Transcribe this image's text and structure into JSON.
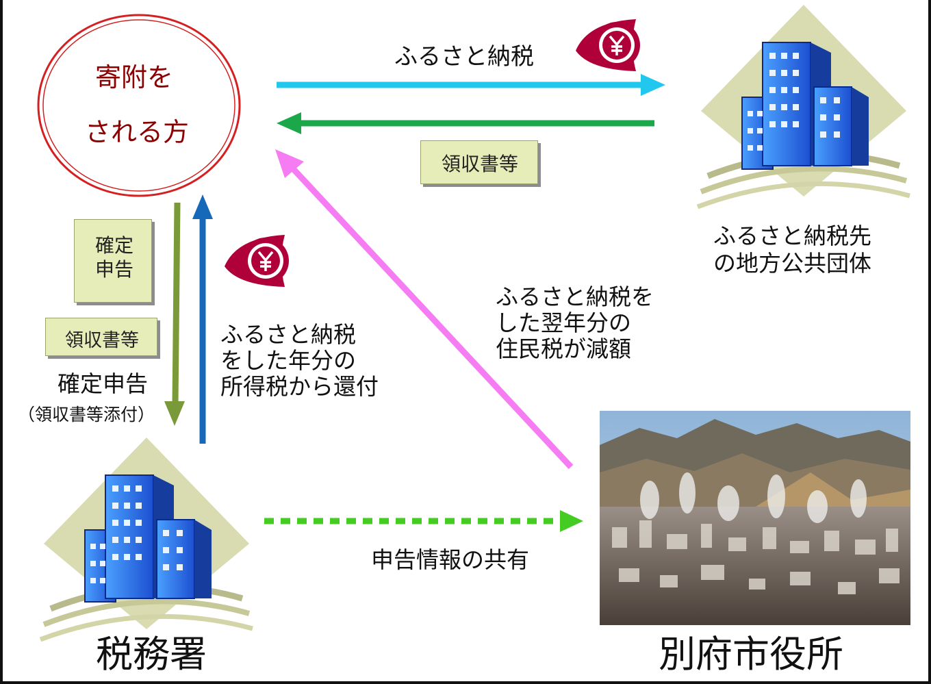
{
  "donor": {
    "line1": "寄附を",
    "line2": "される方"
  },
  "flows": {
    "furusato_tax": "ふるさと納税",
    "receipt_note": "領収書等",
    "destination": "ふるさと納税先\nの地方公共団体",
    "resident_tax_reduction": "ふるさと納税を\nした翌年分の\n住民税が減額",
    "income_tax_refund": "ふるさと納税\nをした年分の\n所得税から還付",
    "final_return_note": "確定\n申告",
    "receipt_note_small": "領収書等",
    "final_return": "確定申告",
    "final_return_attachment": "（領収書等添付）",
    "info_sharing": "申告情報の共有"
  },
  "entities": {
    "tax_office": "税務署",
    "city_office": "別府市役所"
  },
  "icons": {
    "yen": "¥"
  },
  "colors": {
    "donor_text": "#8b0000",
    "donor_ring": "#d42020",
    "arrow_cyan": "#22c7ee",
    "arrow_green": "#1aa84a",
    "arrow_pink": "#f57cf2",
    "arrow_olive": "#7a9a3a",
    "arrow_blue": "#1569b8",
    "arrow_share": "#44cc22",
    "yen_badge": "#b0003a"
  }
}
